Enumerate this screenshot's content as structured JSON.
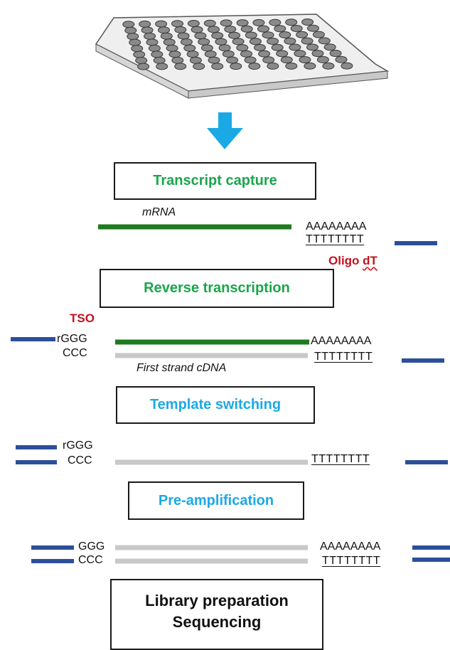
{
  "colors": {
    "green_text": "#1aa64b",
    "cyan_text": "#1ba9e6",
    "red_text": "#c1121f",
    "mrna_line": "#1e7a1e",
    "cdna_line": "#c8c8c8",
    "primer": "#2c4f9a",
    "arrow": "#1ba9e6"
  },
  "steps": {
    "capture": "Transcript capture",
    "rt": "Reverse transcription",
    "switching": "Template switching",
    "preamp": "Pre-amplification",
    "library_line1": "Library preparation",
    "library_line2": "Sequencing"
  },
  "labels": {
    "mrna": "mRNA",
    "polyA": "AAAAAAAA",
    "polyT": "TTTTTTTT",
    "oligo_dt": "Oligo dT",
    "oligo_word": "Oligo ",
    "dt_word": "dT",
    "tso": "TSO",
    "rggg": "rGGG",
    "ccc": "CCC",
    "ggg": "GGG",
    "first_strand": "First strand cDNA"
  },
  "icons": {
    "plate": "96-well-plate-icon",
    "arrow": "down-arrow-icon"
  }
}
